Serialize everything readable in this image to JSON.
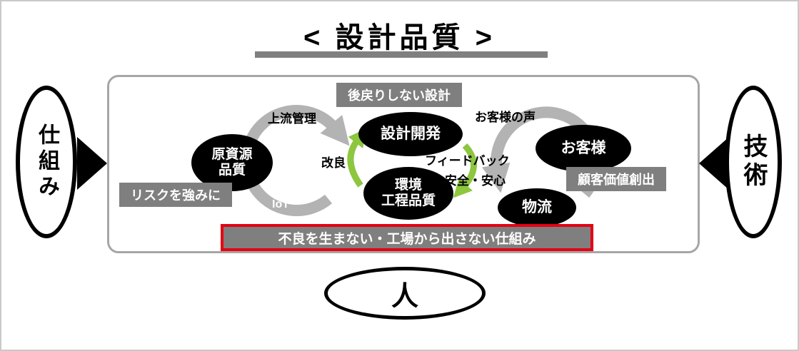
{
  "title": "<  設計品質  >",
  "ovals": {
    "left": "仕組み",
    "right": "技術",
    "bottom": "人"
  },
  "diagram": {
    "top_label": "後戻りしない設計",
    "left_label": "リスクを強みに",
    "right_label": "顧客価値創出",
    "banner": "不良を生まない・工場から出さない仕組み",
    "nodes": {
      "raw_material": "原資源\n品質",
      "design_dev": "設計開発",
      "env_process": "環境\n工程品質",
      "customer": "お客様",
      "logistics": "物流"
    },
    "flows": {
      "upstream": "上流管理",
      "voice": "お客様の声",
      "improve": "改良",
      "feedback": "フィードバック",
      "safety": "安全・安心",
      "iot": "IoT"
    }
  },
  "colors": {
    "label_gray": "#7f7f7f",
    "arrow_gray": "#b3b3b3",
    "green": "#8dc63f",
    "red": "#e60012",
    "node_black": "#000000"
  }
}
